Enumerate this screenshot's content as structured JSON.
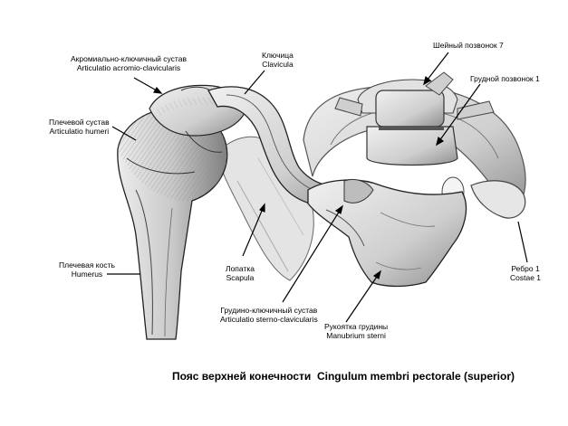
{
  "labels": {
    "acromioclavicular": {
      "ru": "Акромиально-ключичный сустав",
      "la": "Articulatio acromio-clavicularis"
    },
    "clavicle": {
      "ru": "Ключица",
      "la": "Clavicula"
    },
    "cervical_vertebra": {
      "ru": "Шейный позвонок 7"
    },
    "thoracic_vertebra": {
      "ru": "Грудной позвонок 1"
    },
    "shoulder_joint": {
      "ru": "Плечевой сустав",
      "la": "Articulatio humeri"
    },
    "humerus": {
      "ru": "Плечевая кость",
      "la": "Humerus"
    },
    "scapula": {
      "ru": "Лопатка",
      "la": "Scapula"
    },
    "rib": {
      "ru": "Ребро 1",
      "la": "Costae 1"
    },
    "sternoclavicular": {
      "ru": "Грудино-ключичный сустав",
      "la": "Articulatio sterno-clavicularis"
    },
    "manubrium": {
      "ru": "Рукоятка грудины",
      "la": "Manubrium  sterni"
    }
  },
  "caption": {
    "ru": "Пояс верхней конечности",
    "la": "Cingulum membri pectorale (superior)"
  },
  "colors": {
    "bone_fill": "#d8d8d8",
    "bone_dark": "#6a6a6a",
    "bone_light": "#efefef",
    "ink": "#000000"
  }
}
